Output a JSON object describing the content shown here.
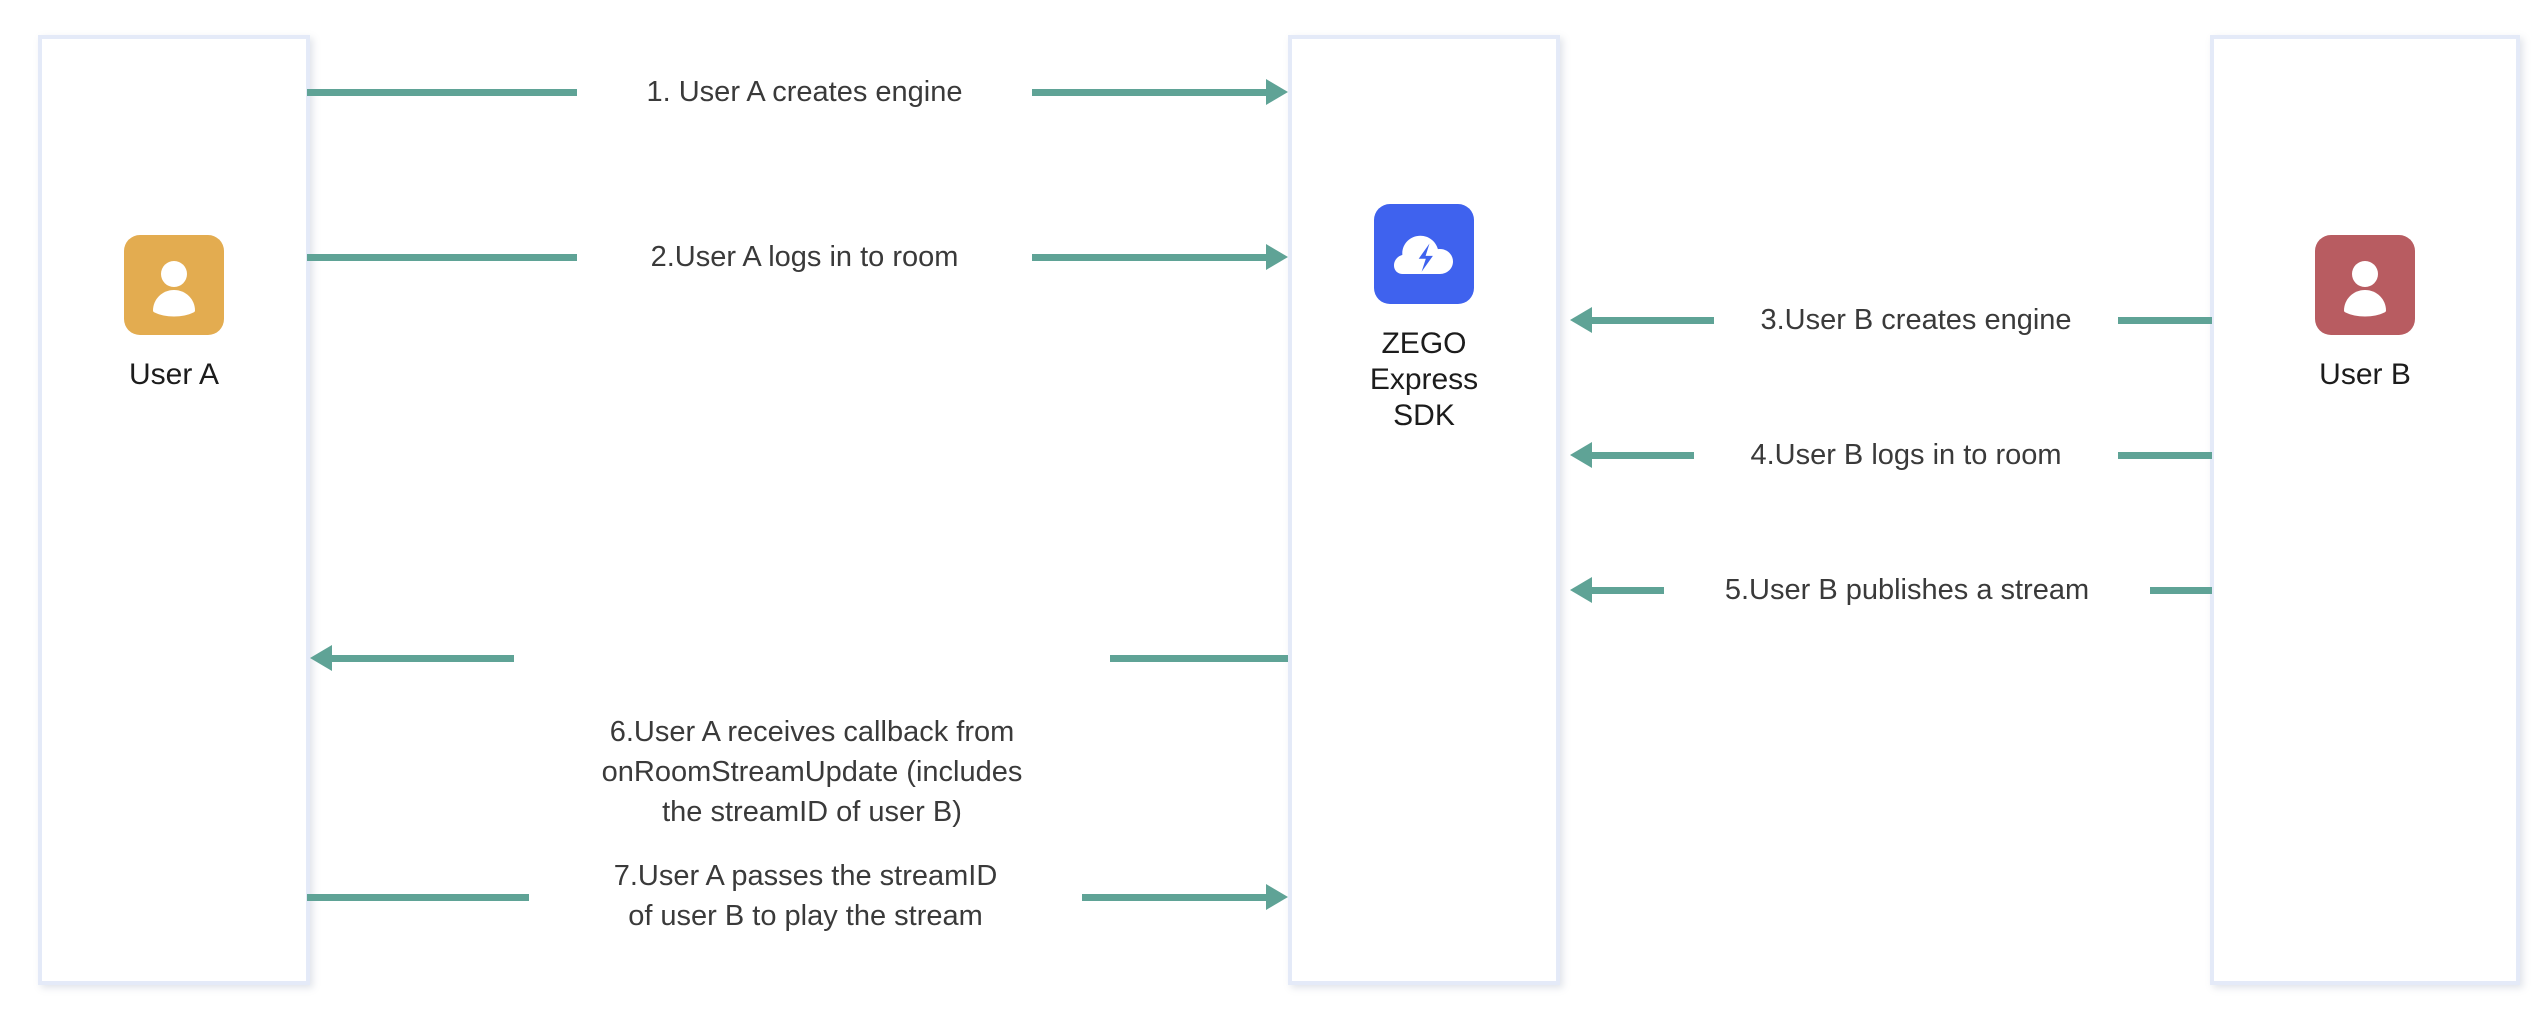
{
  "diagram": {
    "title": "ZEGO Express SDK stream publish / play sequence",
    "colors": {
      "arrow": "#5FA396",
      "box_border": "#E4EAF8",
      "user_a_avatar": "#E3AC50",
      "user_b_avatar": "#B85C61",
      "sdk_logo": "#3F62EE",
      "text": "#3a3a3a",
      "background": "#ffffff"
    },
    "actors": [
      {
        "id": "user-a",
        "label": "User A",
        "avatar_icon": "person-avatar-icon",
        "avatar_color": "#E3AC50"
      },
      {
        "id": "zego-sdk",
        "label": "ZEGO\nExpress\nSDK",
        "avatar_icon": "cloud-lightning-icon",
        "avatar_color": "#3F62EE"
      },
      {
        "id": "user-b",
        "label": "User B",
        "avatar_icon": "person-avatar-icon",
        "avatar_color": "#B85C61"
      }
    ],
    "messages": [
      {
        "step": "1",
        "label": "1. User A creates engine",
        "from": "user-a",
        "to": "zego-sdk",
        "direction": "right"
      },
      {
        "step": "2",
        "label": "2.User A logs in to room",
        "from": "user-a",
        "to": "zego-sdk",
        "direction": "right"
      },
      {
        "step": "3",
        "label": "3.User B creates engine",
        "from": "user-b",
        "to": "zego-sdk",
        "direction": "left"
      },
      {
        "step": "4",
        "label": "4.User B logs in to room",
        "from": "user-b",
        "to": "zego-sdk",
        "direction": "left"
      },
      {
        "step": "5",
        "label": "5.User B publishes a stream",
        "from": "user-b",
        "to": "zego-sdk",
        "direction": "left"
      },
      {
        "step": "6",
        "label": "6.User A receives callback from\nonRoomStreamUpdate (includes\nthe streamID of user B)",
        "from": "zego-sdk",
        "to": "user-a",
        "direction": "left"
      },
      {
        "step": "7",
        "label": "7.User A passes the streamID\nof user B to play the stream",
        "from": "user-a",
        "to": "zego-sdk",
        "direction": "right"
      }
    ]
  }
}
